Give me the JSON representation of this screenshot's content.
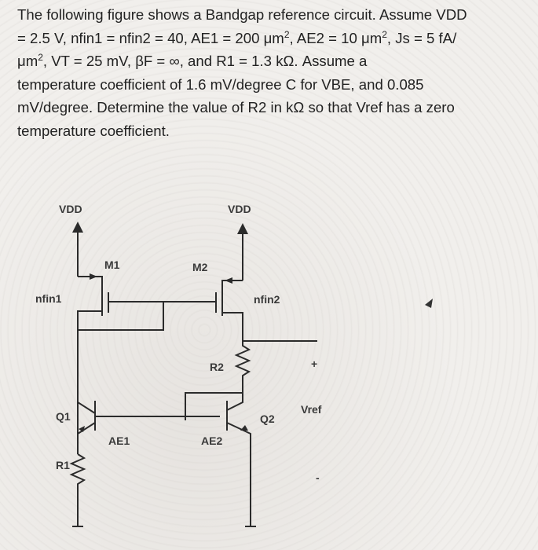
{
  "question": {
    "lines": [
      "The following figure shows a Bandgap reference circuit. Assume VDD",
      "= 2.5 V, nfin1 = nfin2 = 40, AE1 = 200 μm",
      "μm",
      "temperature coefficient of 1.6 mV/degree C for VBE, and 0.085",
      "mV/degree. Determine the value of R2 in kΩ so that Vref has a zero",
      "temperature coefficient."
    ],
    "line2_mid": ", AE2 = 10 μm",
    "line2_end": ", Js = 5 fA/",
    "line3_mid": ",     VT = 25 mV, βF = ∞, and R1 = 1.3 kΩ. Assume a",
    "sup": "2"
  },
  "circuit": {
    "labels": {
      "vdd_left": "VDD",
      "vdd_right": "VDD",
      "m1": "M1",
      "m2": "M2",
      "nfin1": "nfin1",
      "nfin2": "nfin2",
      "r2": "R2",
      "q1": "Q1",
      "q2": "Q2",
      "vref": "Vref",
      "plus": "+",
      "minus": "-",
      "ae1": "AE1",
      "ae2": "AE2",
      "r1": "R1"
    }
  }
}
